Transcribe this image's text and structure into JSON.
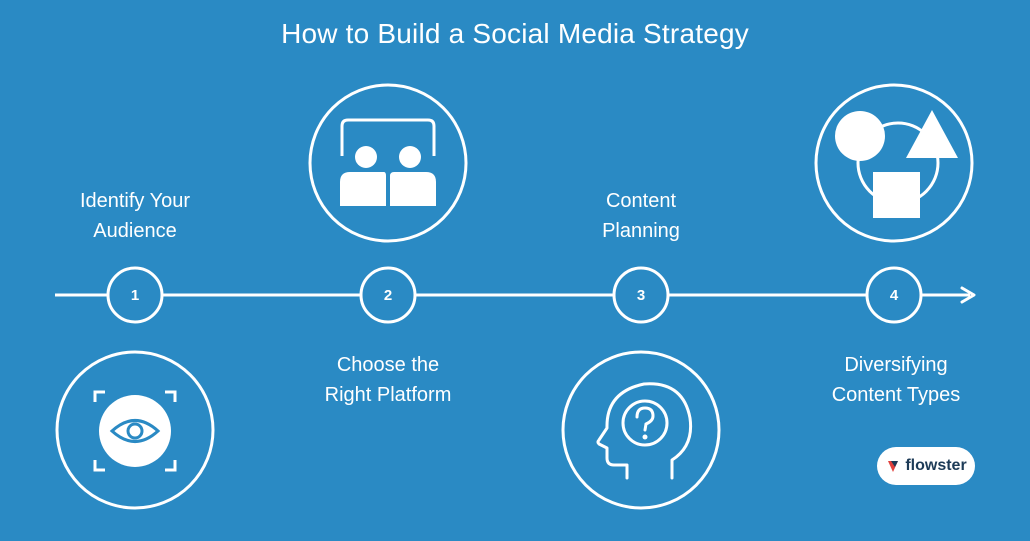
{
  "title": "How to Build a Social Media Strategy",
  "steps": [
    {
      "number": "1",
      "label_line1": "Identify Your",
      "label_line2": "Audience",
      "icon": "eye-focus-icon"
    },
    {
      "number": "2",
      "label_line1": "Choose the",
      "label_line2": "Right Platform",
      "icon": "presentation-audience-icon"
    },
    {
      "number": "3",
      "label_line1": "Content",
      "label_line2": "Planning",
      "icon": "head-question-icon"
    },
    {
      "number": "4",
      "label_line1": "Diversifying",
      "label_line2": "Content Types",
      "icon": "shapes-icon"
    }
  ],
  "brand": {
    "name": "flowster",
    "logo_icon": "flowster-logo-icon"
  },
  "colors": {
    "background": "#2a8ac4",
    "foreground": "#ffffff",
    "brand_text": "#1d3b57",
    "brand_accent": "#e2403c"
  }
}
